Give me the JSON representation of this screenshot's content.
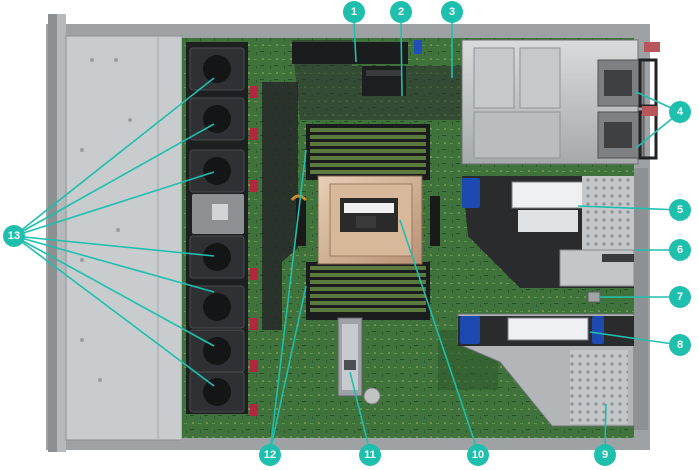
{
  "callouts": [
    {
      "label": "1"
    },
    {
      "label": "2"
    },
    {
      "label": "3"
    },
    {
      "label": "4"
    },
    {
      "label": "5"
    },
    {
      "label": "6"
    },
    {
      "label": "7"
    },
    {
      "label": "8"
    },
    {
      "label": "9"
    },
    {
      "label": "10"
    },
    {
      "label": "11"
    },
    {
      "label": "12"
    },
    {
      "label": "13"
    }
  ],
  "colors": {
    "callout": "#1fbfae",
    "board": "#3d6e3a",
    "chassis": "#b9bcbe",
    "fan": "#2c2d2f"
  }
}
